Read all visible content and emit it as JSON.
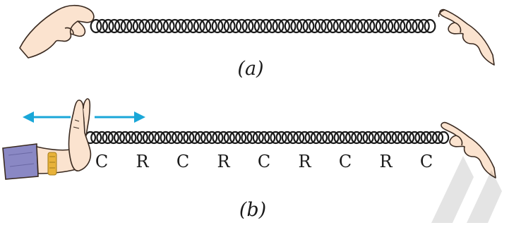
{
  "captions": {
    "a": "(a)",
    "b": "(b)"
  },
  "compression_rarefaction_labels": [
    "C",
    "R",
    "C",
    "R",
    "C",
    "R",
    "C",
    "R",
    "C"
  ],
  "colors": {
    "arrow": "#1aa7d8",
    "spring": "#1a1a1a",
    "skin": "#fbe3cf",
    "skin_outline": "#3a2a20",
    "sleeve": "#8a88c4",
    "bangle": "#e8b23a"
  },
  "icons": {
    "left_arrow": "arrow-left-icon",
    "right_arrow": "arrow-right-icon"
  }
}
